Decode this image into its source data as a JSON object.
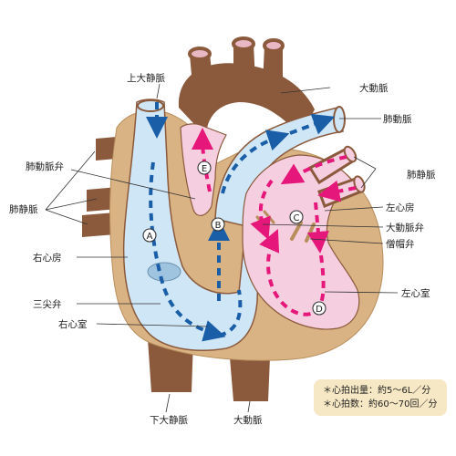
{
  "labels": {
    "superior_vena_cava": "上大静脈",
    "aorta_top": "大動脈",
    "pulmonary_artery": "肺動脈",
    "pulmonary_valve": "肺動脈弁",
    "pulmonary_veins_left": "肺静脈",
    "pulmonary_veins_right": "肺静脈",
    "left_atrium": "左心房",
    "aortic_valve": "大動脈弁",
    "mitral_valve": "僧帽弁",
    "right_atrium": "右心房",
    "tricuspid_valve": "三尖弁",
    "right_ventricle": "右心室",
    "left_ventricle": "左心室",
    "inferior_vena_cava": "下大静脈",
    "aorta_bottom": "大動脈"
  },
  "steps": {
    "a": "A",
    "b": "B",
    "c": "C",
    "d": "D",
    "e": "E"
  },
  "info": {
    "cardiac_output": "＊心拍出量：約5～6L／分",
    "heart_rate": "＊心拍数：約60～70回／分"
  },
  "colors": {
    "muscle": "#d9b384",
    "vessel": "#8b5a3c",
    "right_chambers": "#cfe6f6",
    "left_chambers": "#f5cfe0",
    "venous_arrow": "#1a5ea8",
    "arterial_arrow": "#e6177a",
    "info_bg": "#f6e8c4"
  }
}
